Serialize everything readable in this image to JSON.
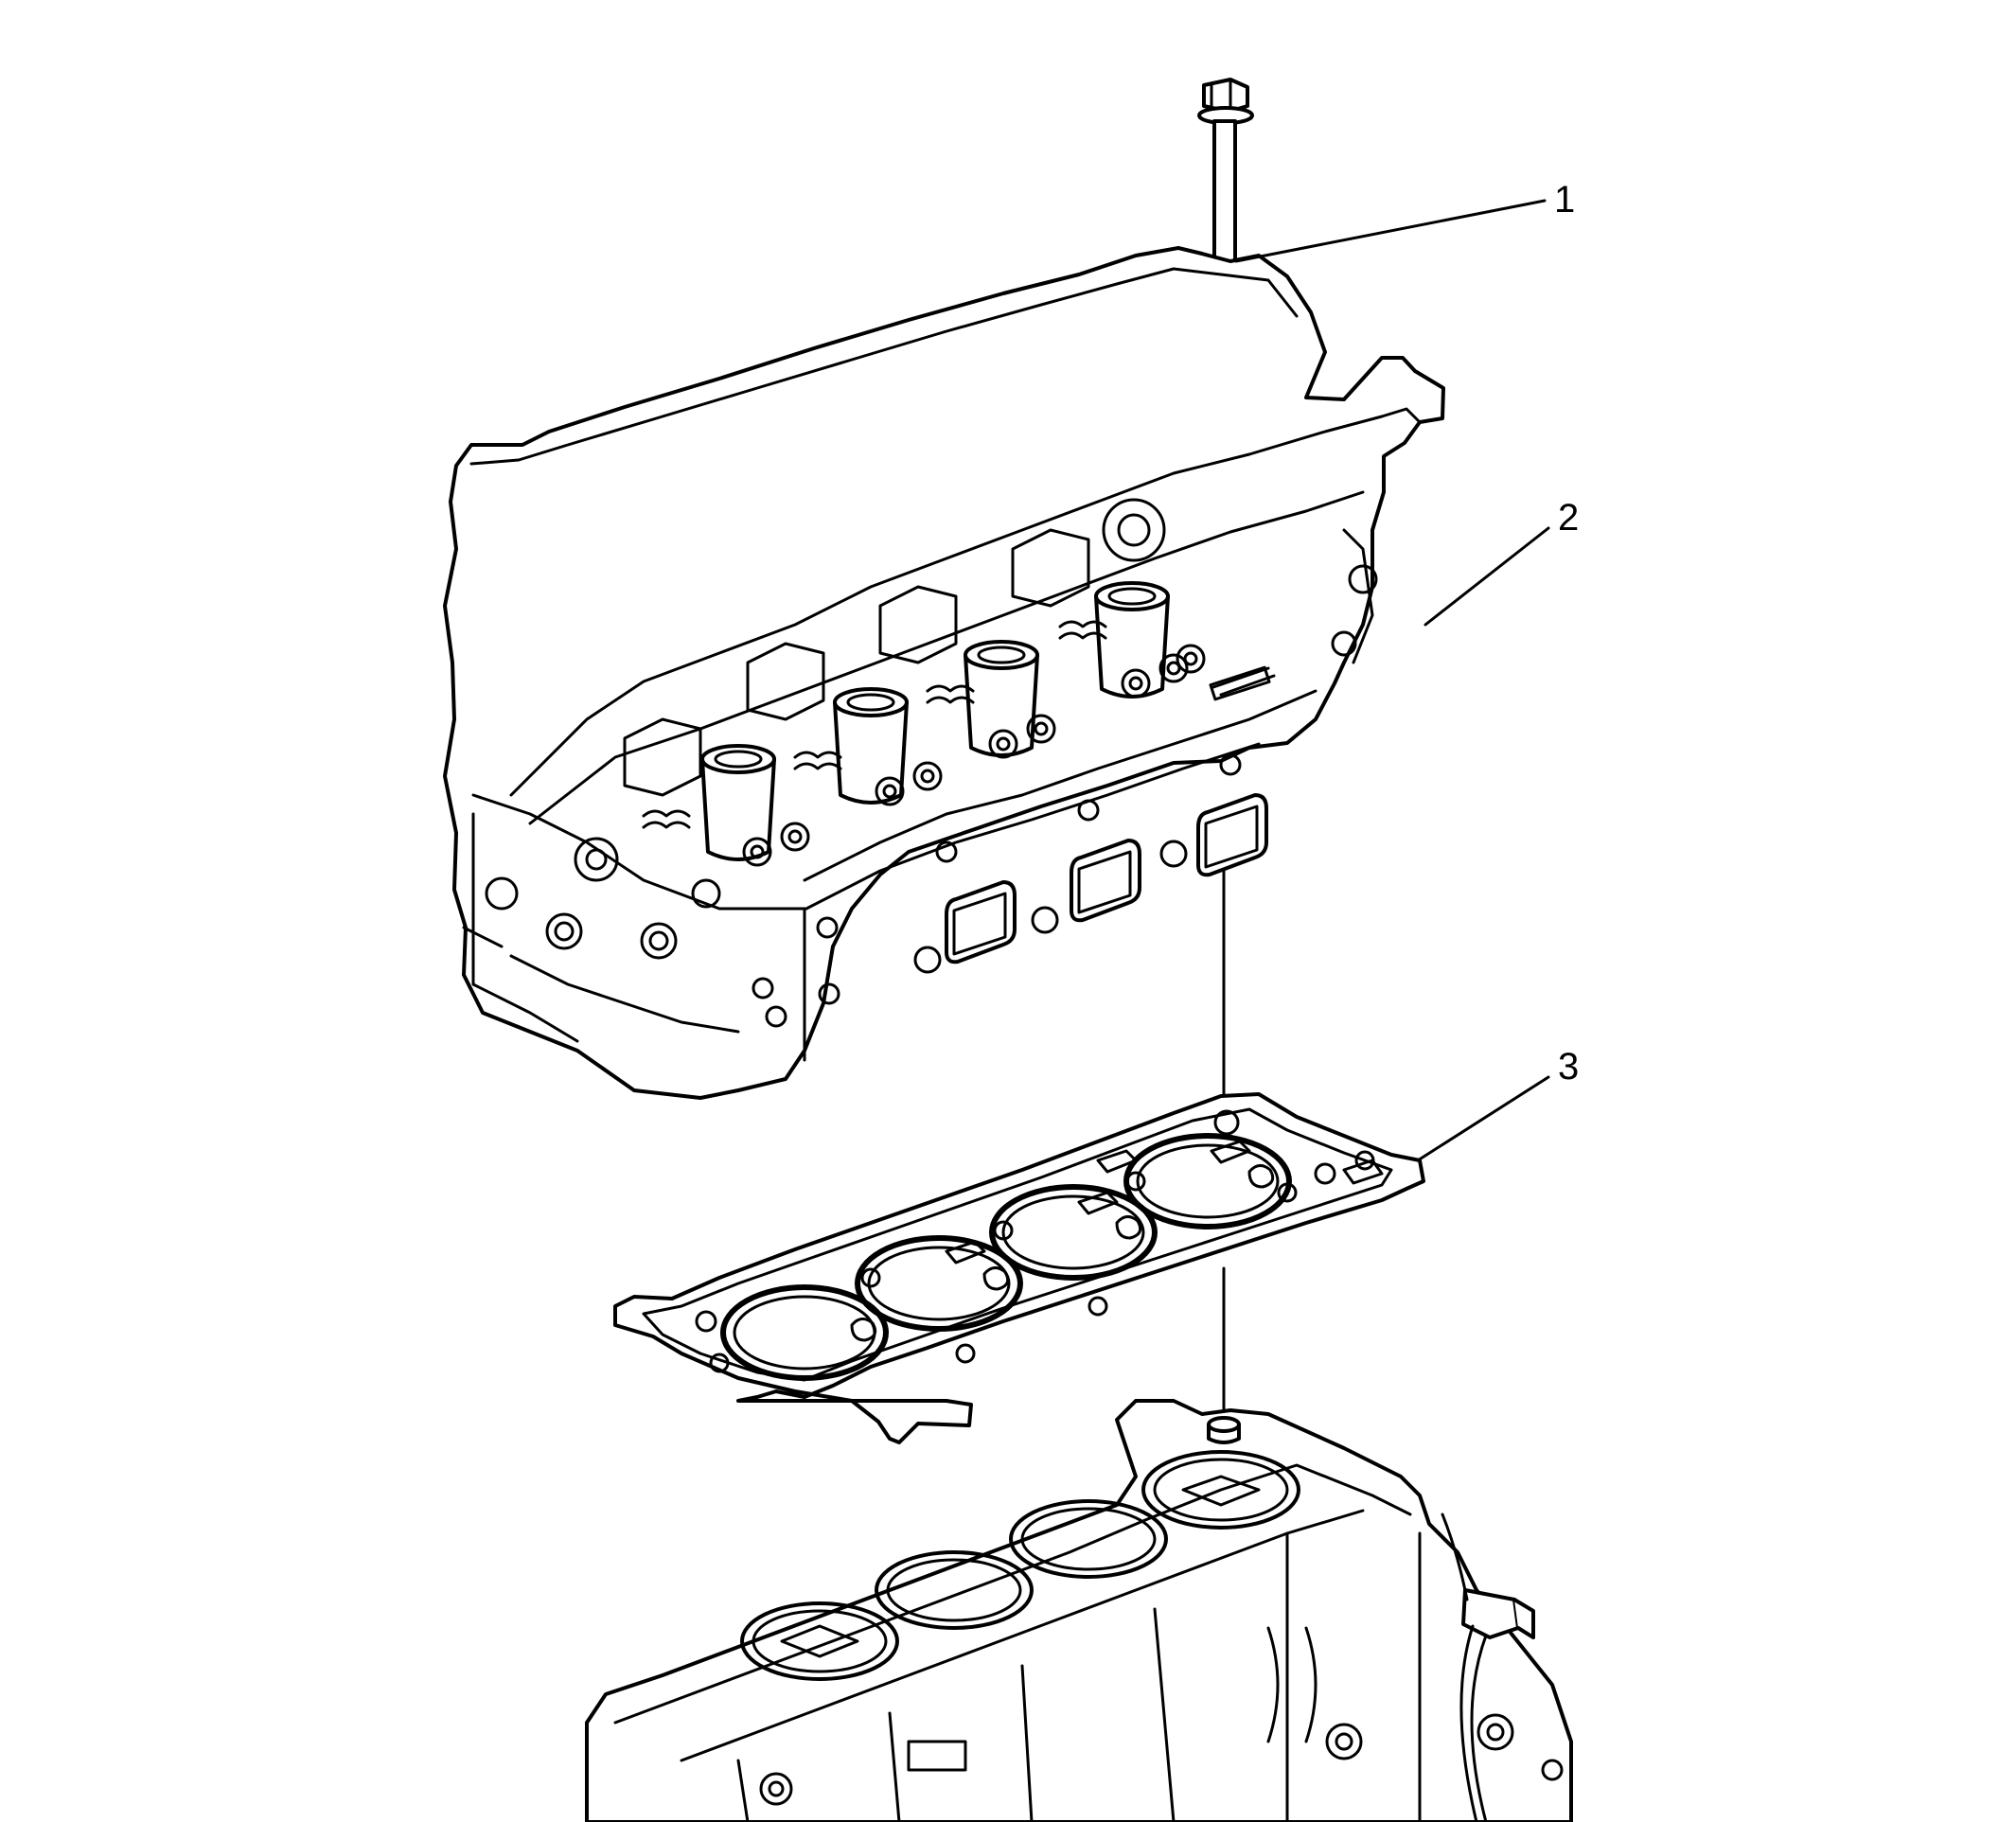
{
  "callouts": [
    {
      "id": "1",
      "label": "1"
    },
    {
      "id": "2",
      "label": "2"
    },
    {
      "id": "3",
      "label": "3"
    }
  ],
  "colors": {
    "background": "#ffffff",
    "line": "#000000"
  }
}
